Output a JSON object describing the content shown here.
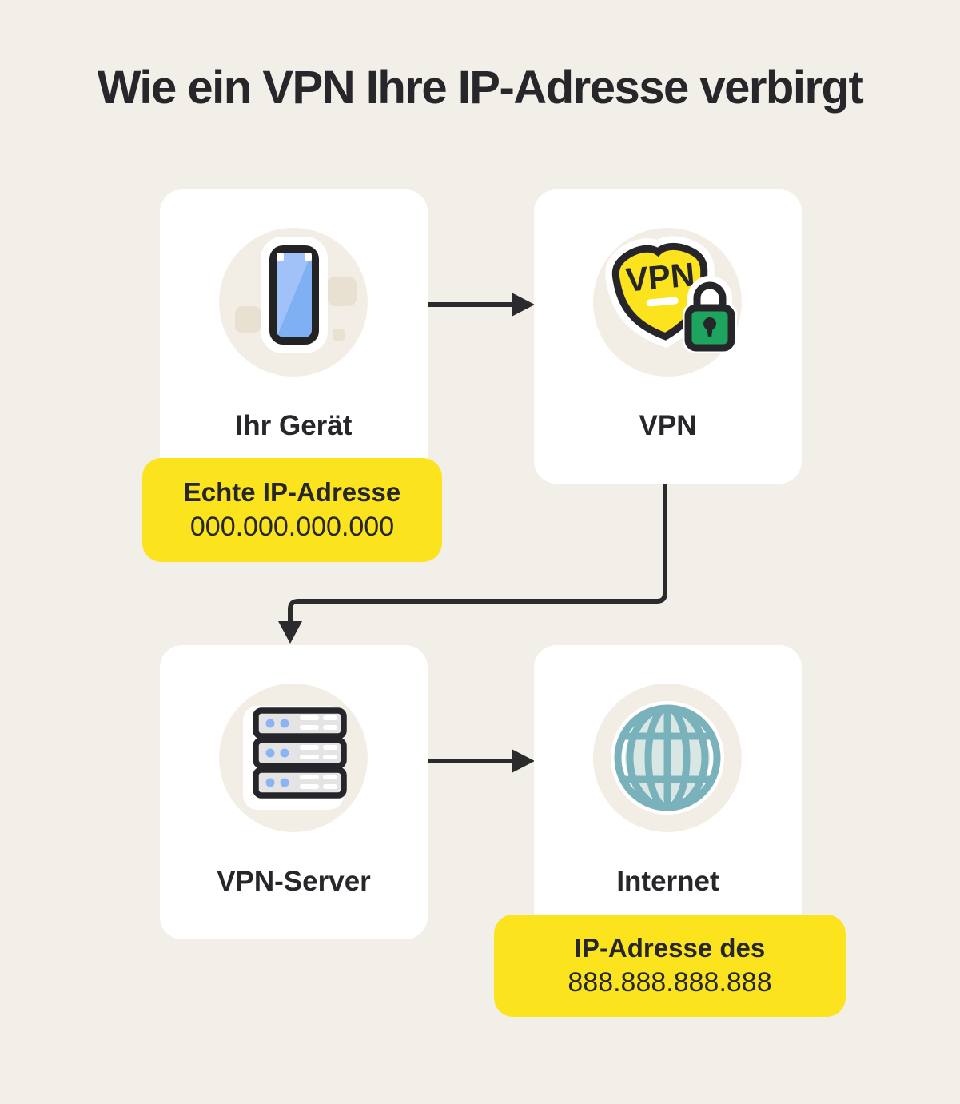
{
  "title": "Wie ein VPN Ihre IP-Adresse verbirgt",
  "cards": [
    {
      "id": "your-device",
      "label": "Ihr Gerät",
      "icon": "smartphone-icon"
    },
    {
      "id": "vpn",
      "label": "VPN",
      "icon": "vpn-shield-lock-icon"
    },
    {
      "id": "vpn-server",
      "label": "VPN-Server",
      "icon": "server-stack-icon"
    },
    {
      "id": "internet",
      "label": "Internet",
      "icon": "globe-icon"
    }
  ],
  "badges": [
    {
      "line1": "Echte IP-Adresse",
      "line2": "000.000.000.000"
    },
    {
      "line1": "IP-Adresse des",
      "line2": "888.888.888.888"
    }
  ],
  "icons": {
    "vpn_shield_label": "VPN"
  },
  "colors": {
    "background": "#f2efe9",
    "card": "#ffffff",
    "icon_circle": "#f3eee5",
    "badge_yellow": "#fbe41e",
    "text_dark": "#26262b",
    "arrow": "#2b2b2e",
    "phone_blue": "#7fb0f3",
    "phone_blue_light": "#a6c6f8",
    "shield_yellow": "#fbe41e",
    "lock_green": "#1da55f",
    "server_gray": "#e4e4e4",
    "server_dot_blue": "#8cb4f2",
    "globe_stroke": "#79b2ba",
    "globe_fill": "#d9e7e4",
    "decor_beige": "#e8e0d1"
  }
}
